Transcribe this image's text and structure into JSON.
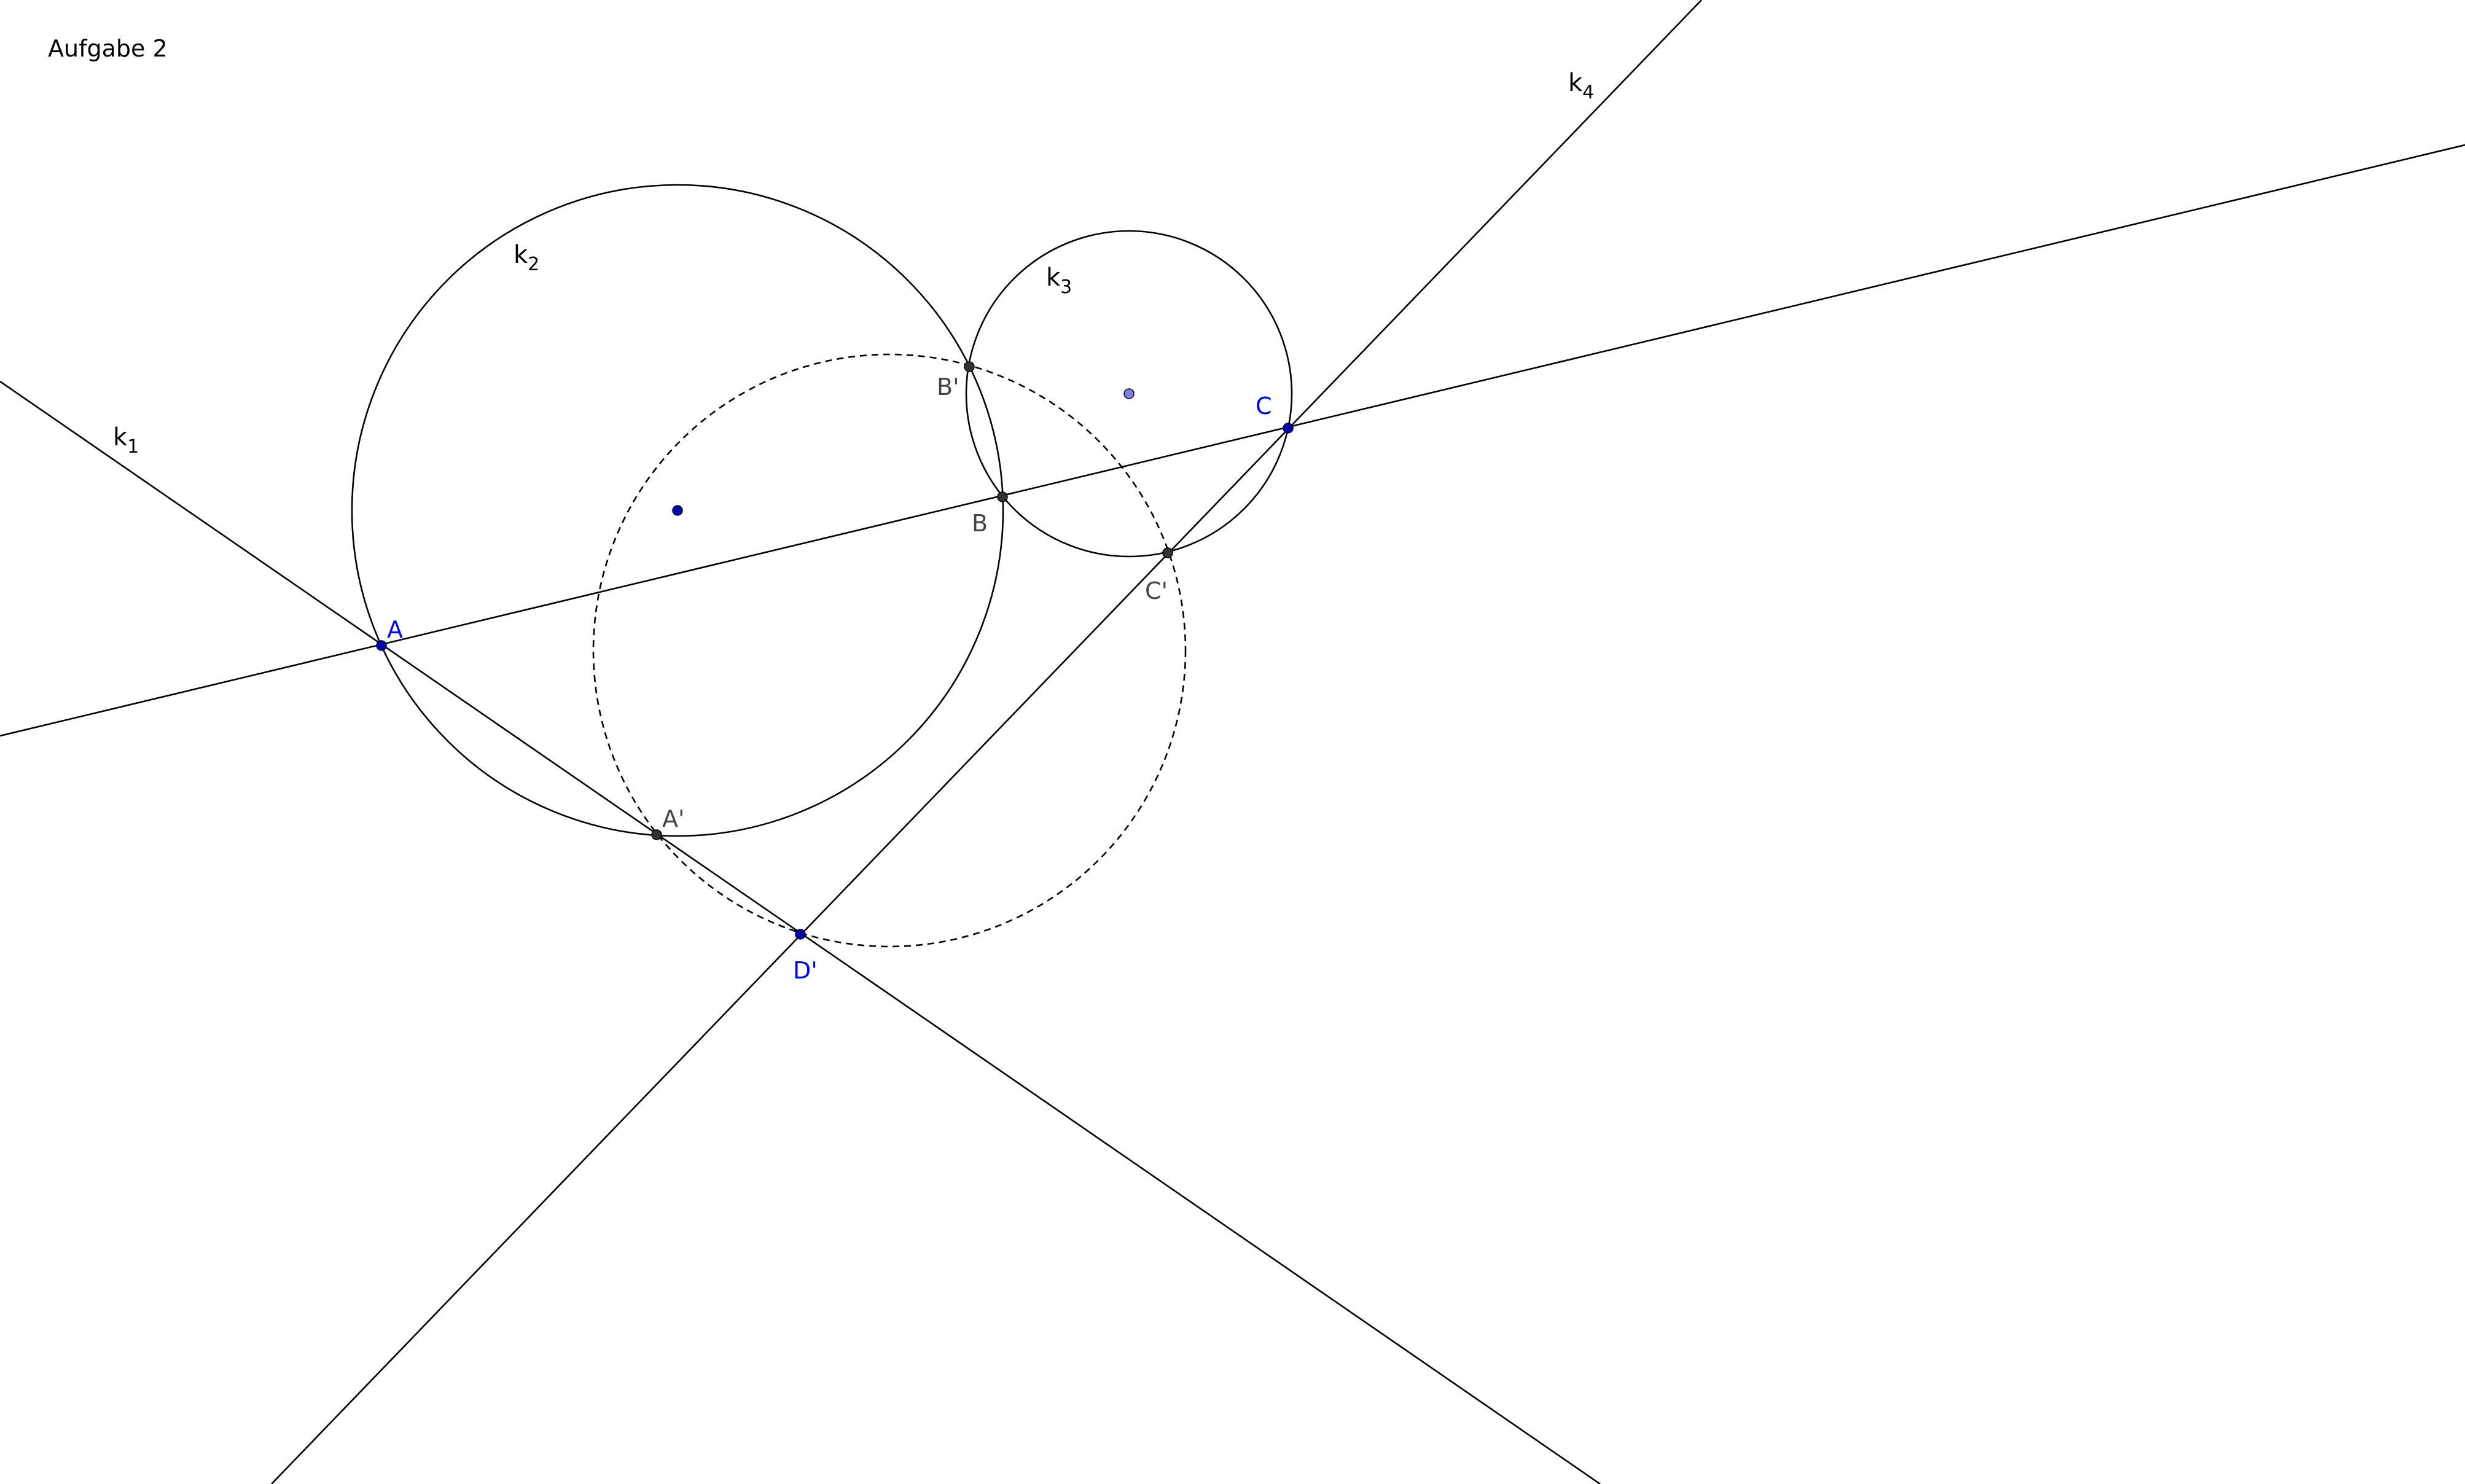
{
  "title": "Aufgabe 2",
  "colors": {
    "stroke": "#000000",
    "free_point": "#0000a8",
    "derived_point": "#333333",
    "free_label": "#0000ff",
    "derived_label": "#444444",
    "center_light": "#7f7fd6"
  },
  "curves": {
    "k1": {
      "base": "k",
      "sub": "1"
    },
    "k2": {
      "base": "k",
      "sub": "2"
    },
    "k3": {
      "base": "k",
      "sub": "3"
    },
    "k4": {
      "base": "k",
      "sub": "4"
    }
  },
  "points": {
    "A": "A",
    "B": "B",
    "C": "C",
    "A_prime": "A'",
    "B_prime": "B'",
    "C_prime": "C'",
    "D_prime": "D'"
  }
}
